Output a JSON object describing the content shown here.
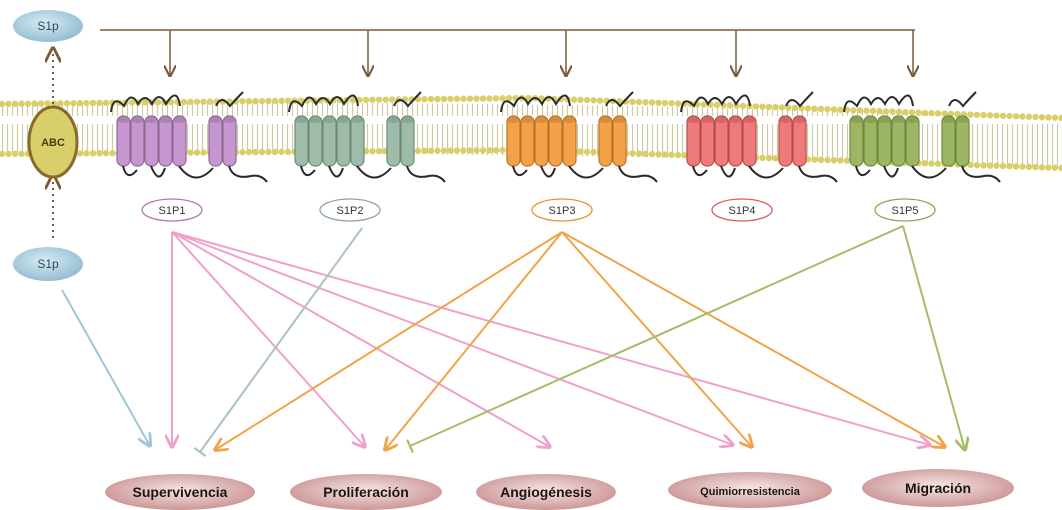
{
  "ligand": {
    "top": "S1p",
    "bottom": "S1p"
  },
  "transporter": {
    "label": "ABC"
  },
  "receptors": [
    {
      "label": "S1P1",
      "color": "#c596cf",
      "dark": "#8e6a95",
      "ring": "#b86fb0"
    },
    {
      "label": "S1P2",
      "color": "#9fbcaa",
      "dark": "#6f8a78",
      "ring": "#8aa69a"
    },
    {
      "label": "S1P3",
      "color": "#f3a24a",
      "dark": "#b97428",
      "ring": "#ef8f2e"
    },
    {
      "label": "S1P4",
      "color": "#ee7a7a",
      "dark": "#b34e4e",
      "ring": "#e05a5a"
    },
    {
      "label": "S1P5",
      "color": "#9cb665",
      "dark": "#6e8a3c",
      "ring": "#8ea852"
    }
  ],
  "outcomes": [
    {
      "label": "Supervivencia"
    },
    {
      "label": "Proliferación"
    },
    {
      "label": "Angiogénesis"
    },
    {
      "label": "Quimiorresistencia"
    },
    {
      "label": "Migración"
    }
  ],
  "colors": {
    "membrane_head": "#d9cf6a",
    "membrane_tail": "#c9c5a0",
    "ligand_fill": "#9cc3d6",
    "transporter_fill": "#d9cf6a",
    "transporter_stroke": "#8a6a2a",
    "top_line": "#7a5a3a",
    "s1p1_arrow": "#f0a0cc",
    "s1p2_arrow": "#a9c4b8",
    "s1p3_arrow": "#f2a34a",
    "s1p5_arrow": "#a4be68",
    "ligand_arrow": "#9fc6d8",
    "outcome_fill": "#d8a6a6"
  }
}
